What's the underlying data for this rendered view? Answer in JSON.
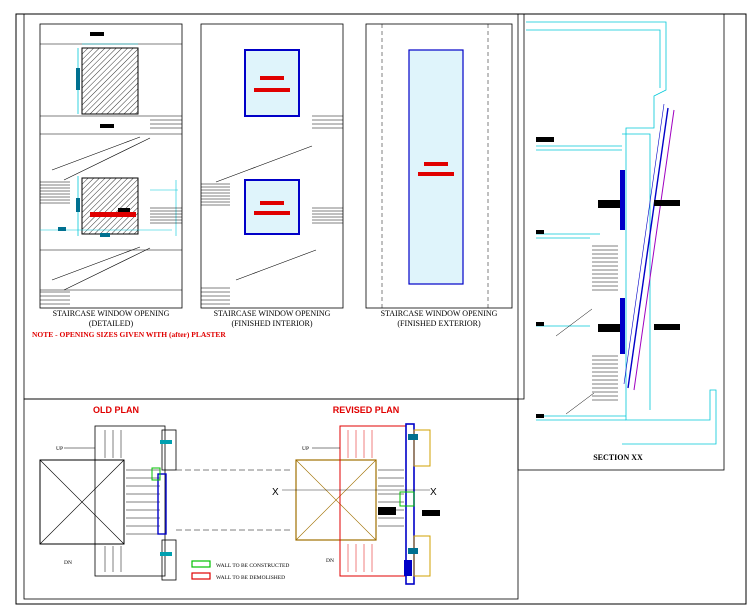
{
  "panels": [
    {
      "title": "STAIRCASE WINDOW OPENING",
      "subtitle": "(DETAILED)"
    },
    {
      "title": "STAIRCASE WINDOW OPENING",
      "subtitle": "(FINISHED INTERIOR)"
    },
    {
      "title": "STAIRCASE WINDOW OPENING",
      "subtitle": "(FINISHED EXTERIOR)"
    }
  ],
  "note": "NOTE - OPENING SIZES GIVEN WITH (after) PLASTER",
  "section_title": "SECTION XX",
  "plans": {
    "old_title": "OLD PLAN",
    "revised_title": "REVISED PLAN",
    "up_label": "UP",
    "dn_label": "DN",
    "axis_label": "X"
  },
  "legend": [
    {
      "label": "WALL TO BE CONSTRUCTED",
      "color": "#00c000"
    },
    {
      "label": "WALL TO BE DEMOLISHED",
      "color": "#e00000"
    }
  ],
  "colors": {
    "line": "#000000",
    "cyan": "#00c8d8",
    "blue": "#0000c8",
    "red": "#e00000",
    "glass": "#dff4fb"
  }
}
